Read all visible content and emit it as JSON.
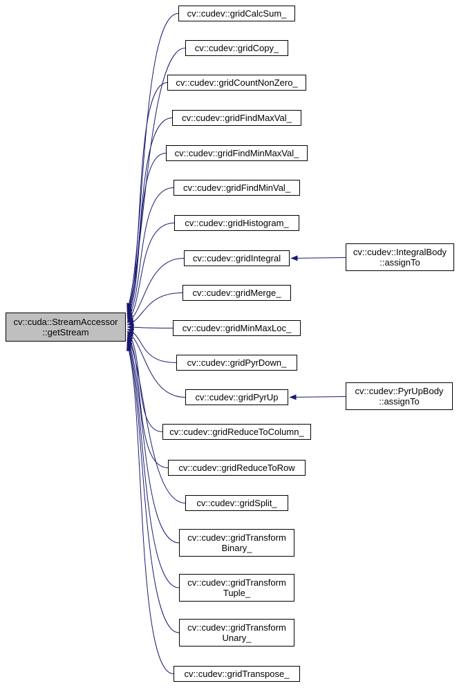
{
  "diagram": {
    "type": "doxygen-caller-graph",
    "colors": {
      "edge": "#191970",
      "node_border": "#000000",
      "node_fill": "#ffffff",
      "highlight_fill": "#bfbfbf",
      "background": "#ffffff"
    },
    "nodes": [
      {
        "id": "getStream",
        "label": "cv::cuda::StreamAccessor\n::getStream",
        "highlighted": true
      },
      {
        "id": "gridCalcSum_",
        "label": "cv::cudev::gridCalcSum_"
      },
      {
        "id": "gridCopy_",
        "label": "cv::cudev::gridCopy_"
      },
      {
        "id": "gridCountNonZero_",
        "label": "cv::cudev::gridCountNonZero_"
      },
      {
        "id": "gridFindMaxVal_",
        "label": "cv::cudev::gridFindMaxVal_"
      },
      {
        "id": "gridFindMinMaxVal_",
        "label": "cv::cudev::gridFindMinMaxVal_"
      },
      {
        "id": "gridFindMinVal_",
        "label": "cv::cudev::gridFindMinVal_"
      },
      {
        "id": "gridHistogram_",
        "label": "cv::cudev::gridHistogram_"
      },
      {
        "id": "gridIntegral",
        "label": "cv::cudev::gridIntegral"
      },
      {
        "id": "gridMerge_",
        "label": "cv::cudev::gridMerge_"
      },
      {
        "id": "gridMinMaxLoc_",
        "label": "cv::cudev::gridMinMaxLoc_"
      },
      {
        "id": "gridPyrDown_",
        "label": "cv::cudev::gridPyrDown_"
      },
      {
        "id": "gridPyrUp",
        "label": "cv::cudev::gridPyrUp"
      },
      {
        "id": "gridReduceToColumn_",
        "label": "cv::cudev::gridReduceToColumn_"
      },
      {
        "id": "gridReduceToRow",
        "label": "cv::cudev::gridReduceToRow"
      },
      {
        "id": "gridSplit_",
        "label": "cv::cudev::gridSplit_"
      },
      {
        "id": "gridTransformBinary_",
        "label": "cv::cudev::gridTransform\nBinary_"
      },
      {
        "id": "gridTransformTuple_",
        "label": "cv::cudev::gridTransform\nTuple_"
      },
      {
        "id": "gridTransformUnary_",
        "label": "cv::cudev::gridTransform\nUnary_"
      },
      {
        "id": "gridTranspose_",
        "label": "cv::cudev::gridTranspose_"
      },
      {
        "id": "IntegralBody::assignTo",
        "label": "cv::cudev::IntegralBody\n::assignTo"
      },
      {
        "id": "PyrUpBody::assignTo",
        "label": "cv::cudev::PyrUpBody\n::assignTo"
      }
    ],
    "edges": [
      {
        "from": "gridCalcSum_",
        "to": "getStream"
      },
      {
        "from": "gridCopy_",
        "to": "getStream"
      },
      {
        "from": "gridCountNonZero_",
        "to": "getStream"
      },
      {
        "from": "gridFindMaxVal_",
        "to": "getStream"
      },
      {
        "from": "gridFindMinMaxVal_",
        "to": "getStream"
      },
      {
        "from": "gridFindMinVal_",
        "to": "getStream"
      },
      {
        "from": "gridHistogram_",
        "to": "getStream"
      },
      {
        "from": "gridIntegral",
        "to": "getStream"
      },
      {
        "from": "gridMerge_",
        "to": "getStream"
      },
      {
        "from": "gridMinMaxLoc_",
        "to": "getStream"
      },
      {
        "from": "gridPyrDown_",
        "to": "getStream"
      },
      {
        "from": "gridPyrUp",
        "to": "getStream"
      },
      {
        "from": "gridReduceToColumn_",
        "to": "getStream"
      },
      {
        "from": "gridReduceToRow",
        "to": "getStream"
      },
      {
        "from": "gridSplit_",
        "to": "getStream"
      },
      {
        "from": "gridTransformBinary_",
        "to": "getStream"
      },
      {
        "from": "gridTransformTuple_",
        "to": "getStream"
      },
      {
        "from": "gridTransformUnary_",
        "to": "getStream"
      },
      {
        "from": "gridTranspose_",
        "to": "getStream"
      },
      {
        "from": "IntegralBody::assignTo",
        "to": "gridIntegral"
      },
      {
        "from": "PyrUpBody::assignTo",
        "to": "gridPyrUp"
      }
    ]
  }
}
